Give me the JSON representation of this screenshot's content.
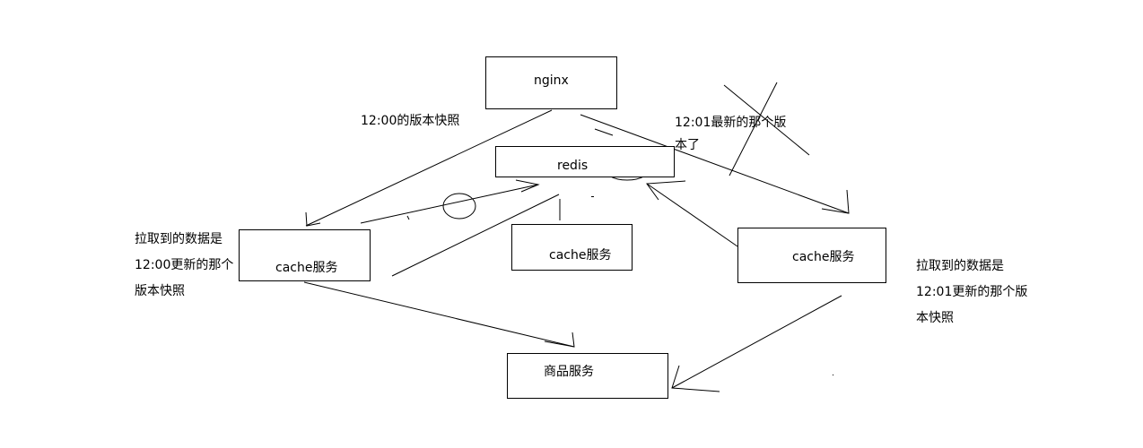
{
  "nodes": {
    "nginx": "nginx",
    "redis": "redis",
    "cache_left": "cache服务",
    "cache_middle": "cache服务",
    "cache_right": "cache服务",
    "product": "商品服务"
  },
  "notes": {
    "snapshot_1200": "12:00的版本快照",
    "latest_1201": [
      "12:01最新的那个版",
      "本了"
    ],
    "left_pull": [
      "拉取到的数据是",
      "12:00更新的那个",
      "版本快照"
    ],
    "right_pull": [
      "拉取到的数据是",
      "12:01更新的那个版",
      "本快照"
    ]
  }
}
